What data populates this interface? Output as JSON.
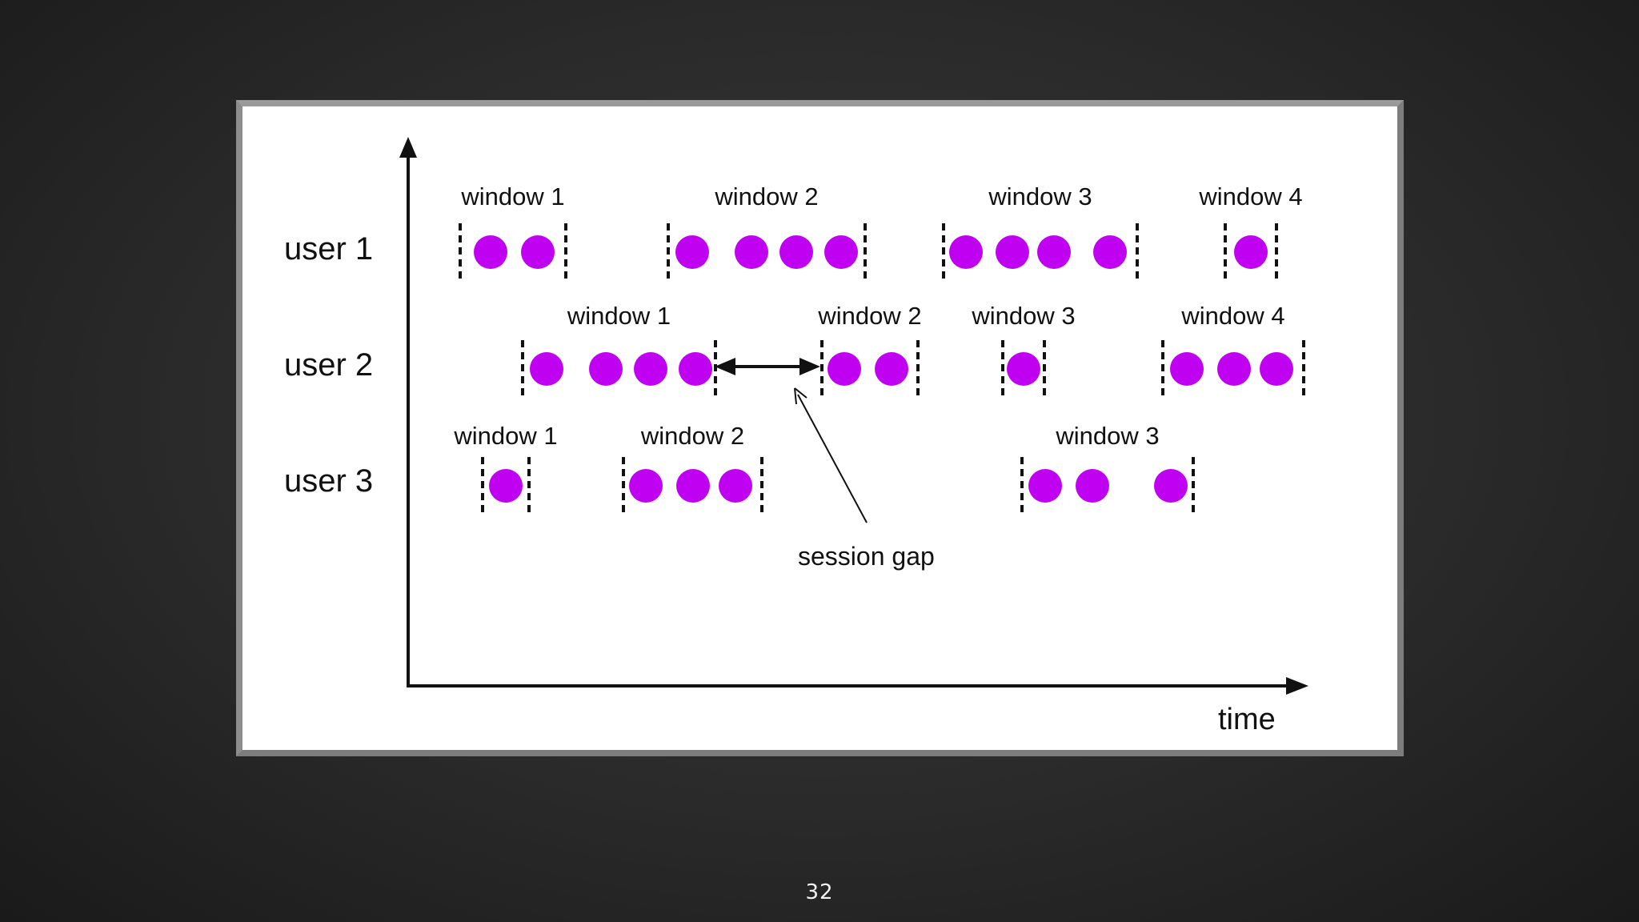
{
  "diagram": {
    "rows": [
      {
        "label": "user 1",
        "windows": [
          {
            "label": "window 1",
            "events": 2
          },
          {
            "label": "window 2",
            "events": 4
          },
          {
            "label": "window 3",
            "events": 4
          },
          {
            "label": "window 4",
            "events": 1
          }
        ]
      },
      {
        "label": "user 2",
        "windows": [
          {
            "label": "window 1",
            "events": 4
          },
          {
            "label": "window 2",
            "events": 2
          },
          {
            "label": "window 3",
            "events": 1
          },
          {
            "label": "window 4",
            "events": 3
          }
        ]
      },
      {
        "label": "user 3",
        "windows": [
          {
            "label": "window 1",
            "events": 1
          },
          {
            "label": "window 2",
            "events": 3
          },
          {
            "label": "window 3",
            "events": 3
          }
        ]
      }
    ],
    "x_axis_label": "time",
    "annotation": "session gap",
    "colors": {
      "event": "#c000f0",
      "line": "#111111",
      "frame_background": "#ffffff"
    }
  },
  "page_number": "32"
}
